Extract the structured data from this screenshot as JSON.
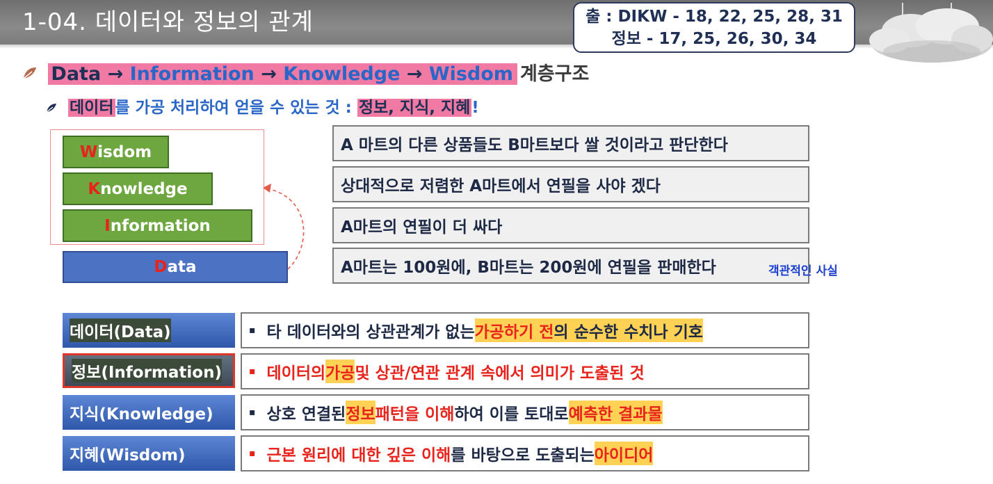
{
  "header": {
    "title": "1-04. 데이터와 정보의 관계",
    "source_line1": "출 : DIKW - 18, 22, 25, 28, 31",
    "source_line2": "정보 - 17, 25, 26, 30, 34"
  },
  "bullet1": {
    "d": "Data",
    "i": "Information",
    "k": "Knowledge",
    "w": "Wisdom",
    "arrow": "→",
    "tail": "계층구조"
  },
  "bullet2": {
    "term": "데이터",
    "text": "를 가공 처리하여 얻을 수 있는 것 : ",
    "hl": "정보, 지식, 지혜",
    "end": "!"
  },
  "pyramid": {
    "wisdom": {
      "initial": "W",
      "rest": "isdom"
    },
    "knowledge": {
      "initial": "K",
      "rest": "nowledge"
    },
    "information": {
      "initial": "I",
      "rest": "nformation"
    },
    "data": {
      "initial": "D",
      "rest": "ata"
    }
  },
  "examples": {
    "wisdom": "A 마트의 다른 상품들도 B마트보다 쌀 것이라고 판단한다",
    "knowledge": "상대적으로 저렴한 A마트에서 연필을 사야 겠다",
    "information": "A마트의 연필이 더 싸다",
    "data": "A마트는 100원에, B마트는 200원에 연필을 판매한다",
    "data_note": "객관적인 사실"
  },
  "definitions": [
    {
      "label": "데이터(Data)",
      "bullet": "▪",
      "parts": [
        "타 데이터와의 상관관계가 없는 ",
        "가공하기 전",
        "의 순수한 수치나 기호"
      ]
    },
    {
      "label": "정보(Information)",
      "bullet": "▪",
      "parts": [
        "데이터의 ",
        "가공",
        " 및 상관/연관 관계 속에서 의미가 도출된 것"
      ]
    },
    {
      "label": "지식(Knowledge)",
      "bullet": "▪",
      "parts": [
        "상호 연결된 ",
        "정보",
        " ",
        "패턴을 이해",
        "하여 이를 토대로 ",
        "예측한 결과물"
      ]
    },
    {
      "label": "지혜(Wisdom)",
      "bullet": "▪",
      "parts": [
        "근본 원리에 대한 깊은 이해",
        "를 바탕으로 도출되는 ",
        "아이디어"
      ]
    }
  ],
  "colors": {
    "accent_red": "#e8231c",
    "highlight_pink": "#f07aa3",
    "highlight_yellow": "#ffd256",
    "navy": "#1f2f55"
  }
}
